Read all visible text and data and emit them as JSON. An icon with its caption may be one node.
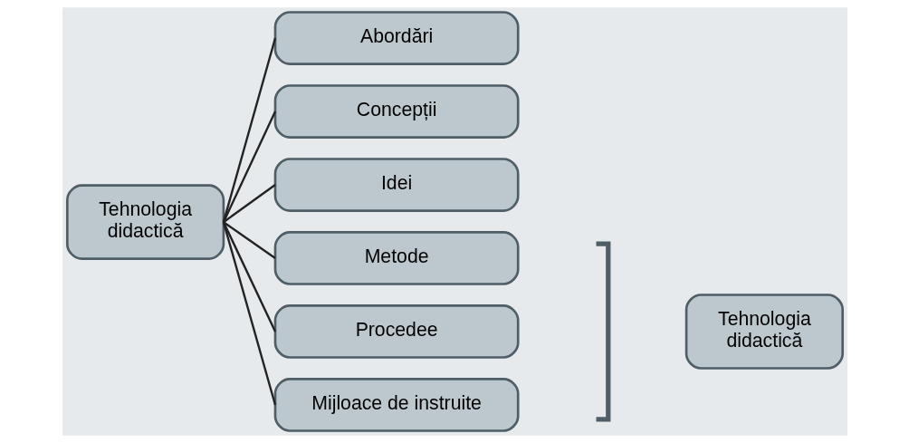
{
  "diagram": {
    "nodes": [
      {
        "text": [
          "Tehnologia didactică"
        ]
      },
      {
        "text": [
          "Abordări"
        ]
      },
      {
        "text": [
          "Concepții"
        ]
      },
      {
        "text": [
          "Idei"
        ]
      },
      {
        "text": [
          "Metode"
        ]
      },
      {
        "text": [
          "Procedee"
        ]
      },
      {
        "text": [
          "Mijloace de instruite"
        ]
      },
      {
        "text": [
          "Tehnologia didactică"
        ]
      }
    ],
    "edges": [
      {
        "from": 0,
        "to": 1,
        "arrow": "none"
      },
      {
        "from": 0,
        "to": 2,
        "arrow": "none"
      },
      {
        "from": 0,
        "to": 3,
        "arrow": "none"
      },
      {
        "from": 0,
        "to": 4,
        "arrow": "none"
      },
      {
        "from": 0,
        "to": 5,
        "arrow": "none"
      },
      {
        "from": 0,
        "to": 6,
        "arrow": "none"
      }
    ]
  }
}
